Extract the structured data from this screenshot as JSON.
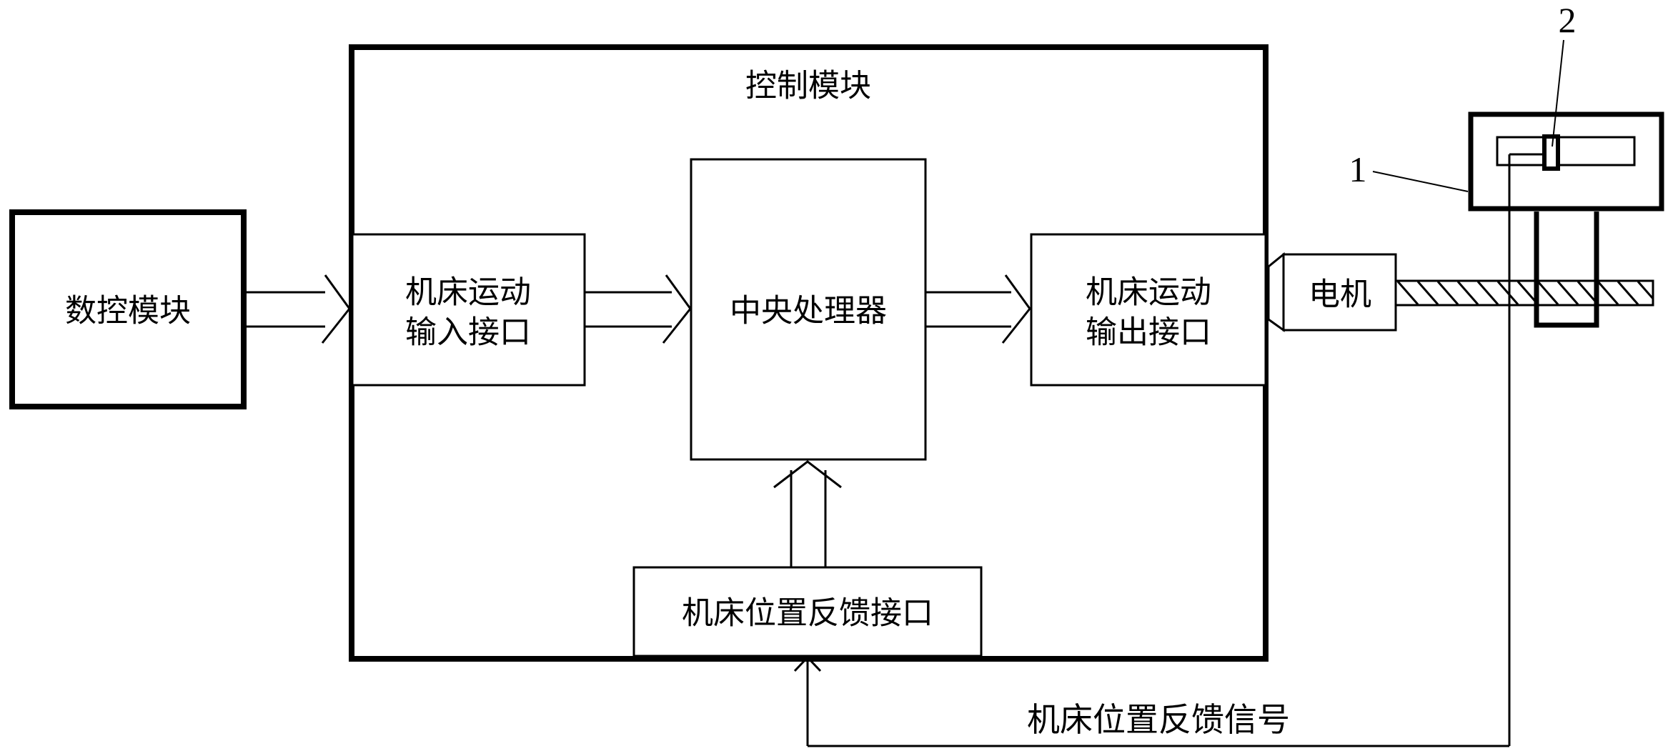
{
  "diagram": {
    "control_module": {
      "title": "控制模块"
    },
    "boxes": {
      "nc_module": {
        "label": "数控模块"
      },
      "input_interface": {
        "line1": "机床运动",
        "line2": "输入接口"
      },
      "cpu": {
        "label": "中央处理器"
      },
      "output_interface": {
        "line1": "机床运动",
        "line2": "输出接口"
      },
      "feedback_interface": {
        "label": "机床位置反馈接口"
      },
      "motor": {
        "label": "电机"
      }
    },
    "annotations": {
      "feedback_signal": "机床位置反馈信号",
      "ref_1": "1",
      "ref_2": "2"
    },
    "colors": {
      "line": "#000000",
      "background": "#ffffff"
    }
  }
}
